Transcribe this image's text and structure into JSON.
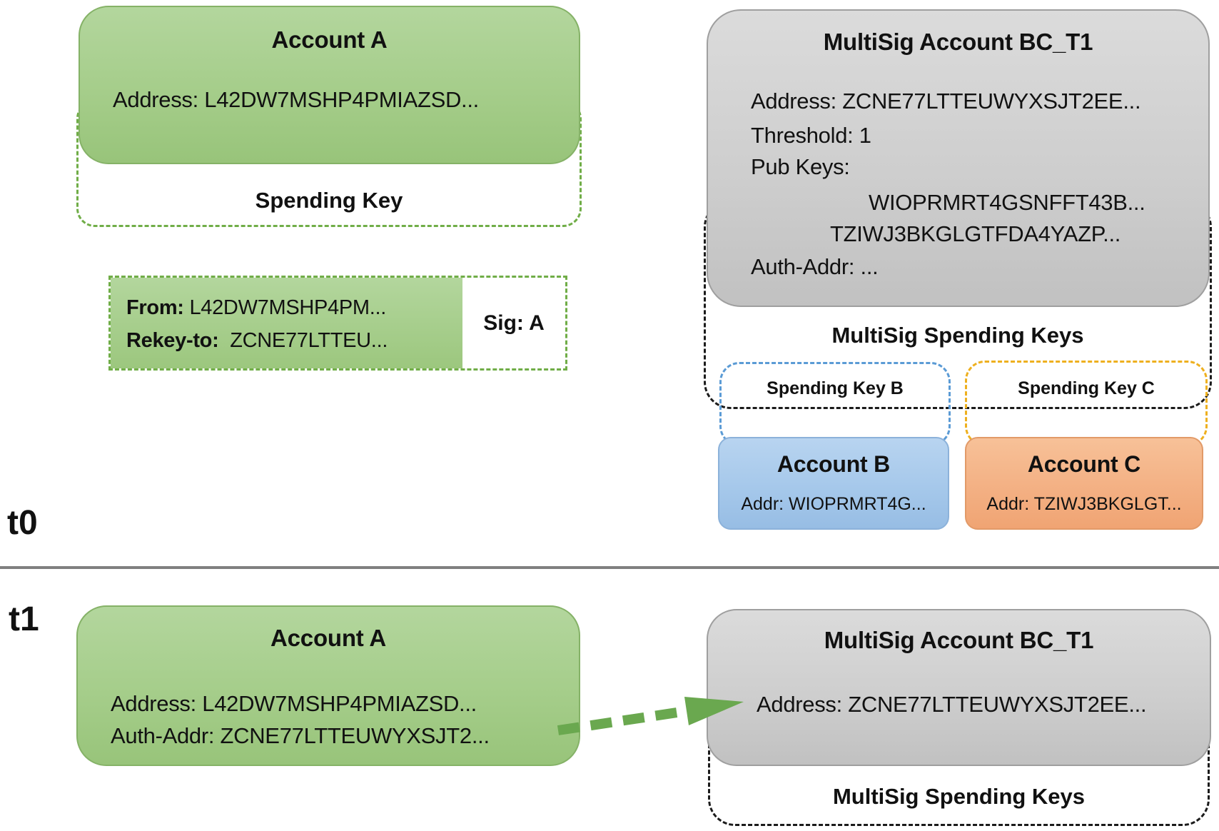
{
  "colors": {
    "green_fill": "#a5cd8a",
    "green_border": "#85b267",
    "green_dash": "#70ad47",
    "gray_fill": "#cecece",
    "gray_border": "#9f9f9f",
    "blue_fill": "#a4c7ea",
    "blue_dash": "#5b9bd5",
    "orange_fill": "#f3af82",
    "yellow_dash": "#eeb01f",
    "black_dash": "#1b1b1b",
    "arrow_green": "#6aa84f",
    "divider_gray": "#7f7f7f"
  },
  "timeline": {
    "t0_label": "t0",
    "t1_label": "t1"
  },
  "t0": {
    "account_a": {
      "title": "Account A",
      "address": "Address: L42DW7MSHP4PMIAZSD...",
      "spending_key_label": "Spending Key"
    },
    "rekey_txn": {
      "from_label": "From:",
      "from_value": "L42DW7MSHP4PM...",
      "rekey_label": "Rekey-to:",
      "rekey_value": "ZCNE77LTTEU...",
      "sig": "Sig: A"
    },
    "multisig": {
      "title": "MultiSig Account BC_T1",
      "address": "Address: ZCNE77LTTEUWYXSJT2EE...",
      "threshold": "Threshold: 1",
      "pub_keys_label": "Pub Keys:",
      "pub_key_1": "WIOPRMRT4GSNFFT43B...",
      "pub_key_2": "TZIWJ3BKGLGTFDA4YAZP...",
      "auth_addr": "Auth-Addr: ...",
      "spending_keys_title": "MultiSig Spending Keys",
      "spending_key_b_label": "Spending Key B",
      "spending_key_c_label": "Spending Key C",
      "account_b": {
        "title": "Account B",
        "addr": "Addr: WIOPRMRT4G..."
      },
      "account_c": {
        "title": "Account C",
        "addr": "Addr: TZIWJ3BKGLGT..."
      }
    }
  },
  "t1": {
    "account_a": {
      "title": "Account A",
      "address": "Address: L42DW7MSHP4PMIAZSD...",
      "auth_addr": "Auth-Addr: ZCNE77LTTEUWYXSJT2..."
    },
    "multisig": {
      "title": "MultiSig Account BC_T1",
      "address": "Address: ZCNE77LTTEUWYXSJT2EE...",
      "spending_keys_title": "MultiSig Spending Keys"
    }
  }
}
